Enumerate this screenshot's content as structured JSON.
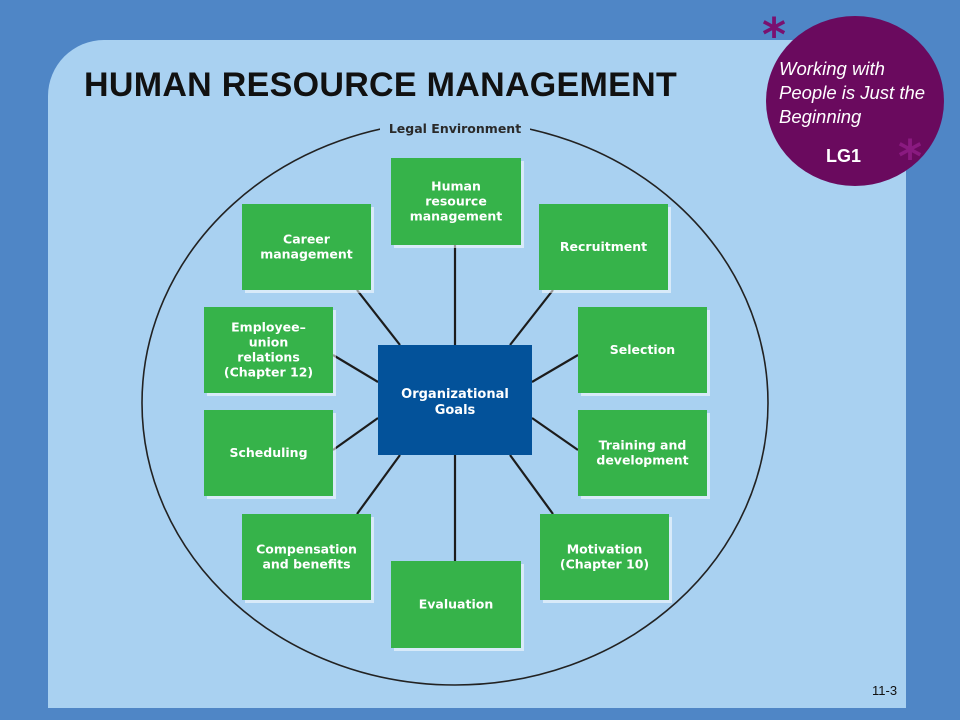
{
  "slide": {
    "title": "HUMAN RESOURCE MANAGEMENT",
    "page_number": "11-3"
  },
  "badge": {
    "text": "Working with People is Just the Beginning",
    "code": "LG1",
    "asterisk": "*"
  },
  "diagram": {
    "outer_label": "Legal Environment",
    "center": "Organizational Goals",
    "nodes": [
      "Human resource management",
      "Recruitment",
      "Selection",
      "Training and development",
      "Motivation (Chapter 10)",
      "Evaluation",
      "Compensation and benefits",
      "Scheduling",
      "Employee–union relations (Chapter 12)",
      "Career management"
    ]
  },
  "colors": {
    "node_green": "#36b34a",
    "center_blue": "#03529a",
    "badge_purple": "#6a0a5e",
    "background_blue": "#4f86c6",
    "panel_light_blue": "#a9d1f1"
  }
}
